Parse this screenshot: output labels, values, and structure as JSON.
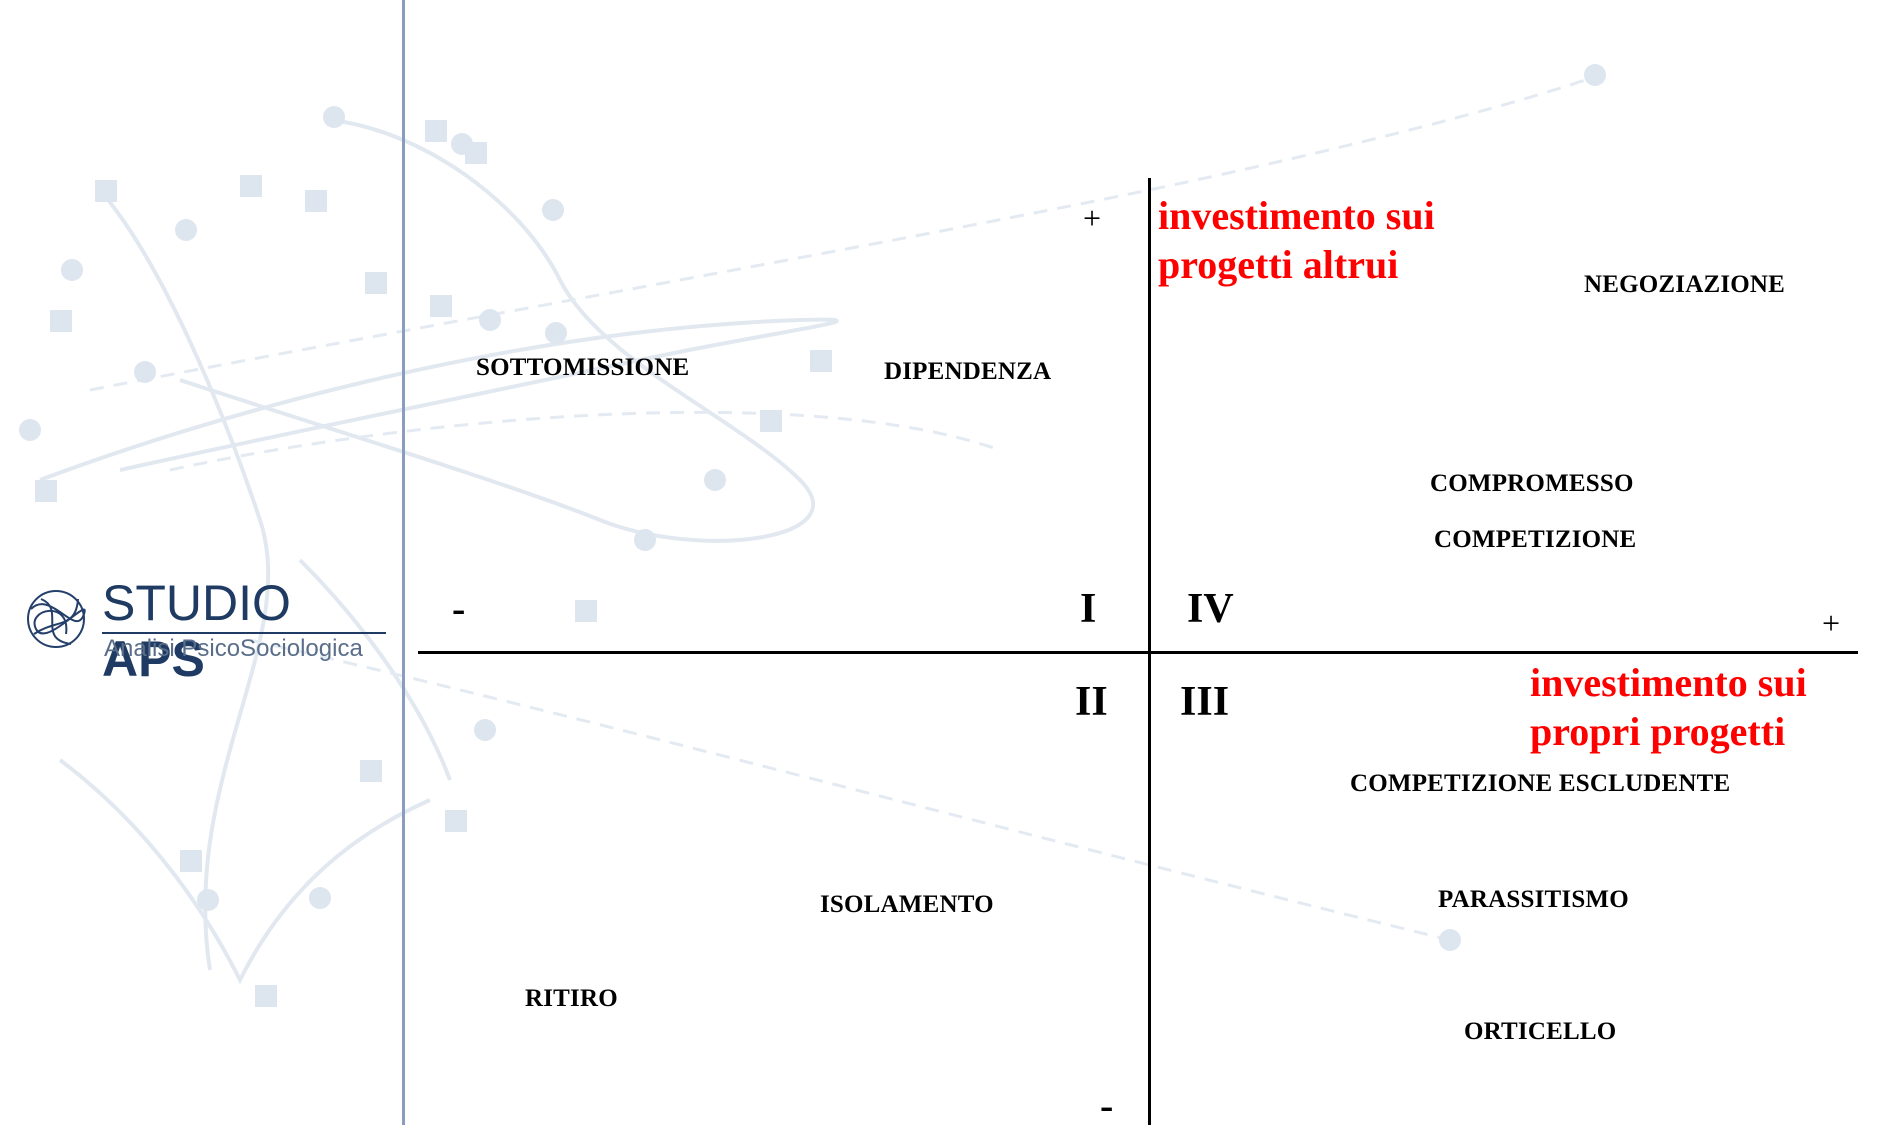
{
  "logo": {
    "name_light": "STUDIO ",
    "name_bold": "APS",
    "subtitle": "Analisi PsicoSociologica"
  },
  "axes": {
    "vertical_label": "investimento sui\nprogetti altrui",
    "horizontal_label": "investimento sui\npropri progetti",
    "plus_top": "+",
    "plus_right": "+",
    "minus_left": "-",
    "minus_bottom": "-"
  },
  "quadrants": {
    "I": "I",
    "II": "II",
    "III": "III",
    "IV": "IV"
  },
  "items": {
    "sottomissione": "SOTTOMISSIONE",
    "dipendenza": "DIPENDENZA",
    "negoziazione": "NEGOZIAZIONE",
    "compromesso": "COMPROMESSO",
    "competizione": "COMPETIZIONE",
    "competizione_escludente": "COMPETIZIONE ESCLUDENTE",
    "parassitismo": "PARASSITISMO",
    "orticello": "ORTICELLO",
    "isolamento": "ISOLAMENTO",
    "ritiro": "RITIRO"
  },
  "colors": {
    "accent_red": "#ff0000",
    "logo_blue": "#1f3b63",
    "divider_blue": "#8a9dc0",
    "watermark": "#dfe6ef"
  }
}
